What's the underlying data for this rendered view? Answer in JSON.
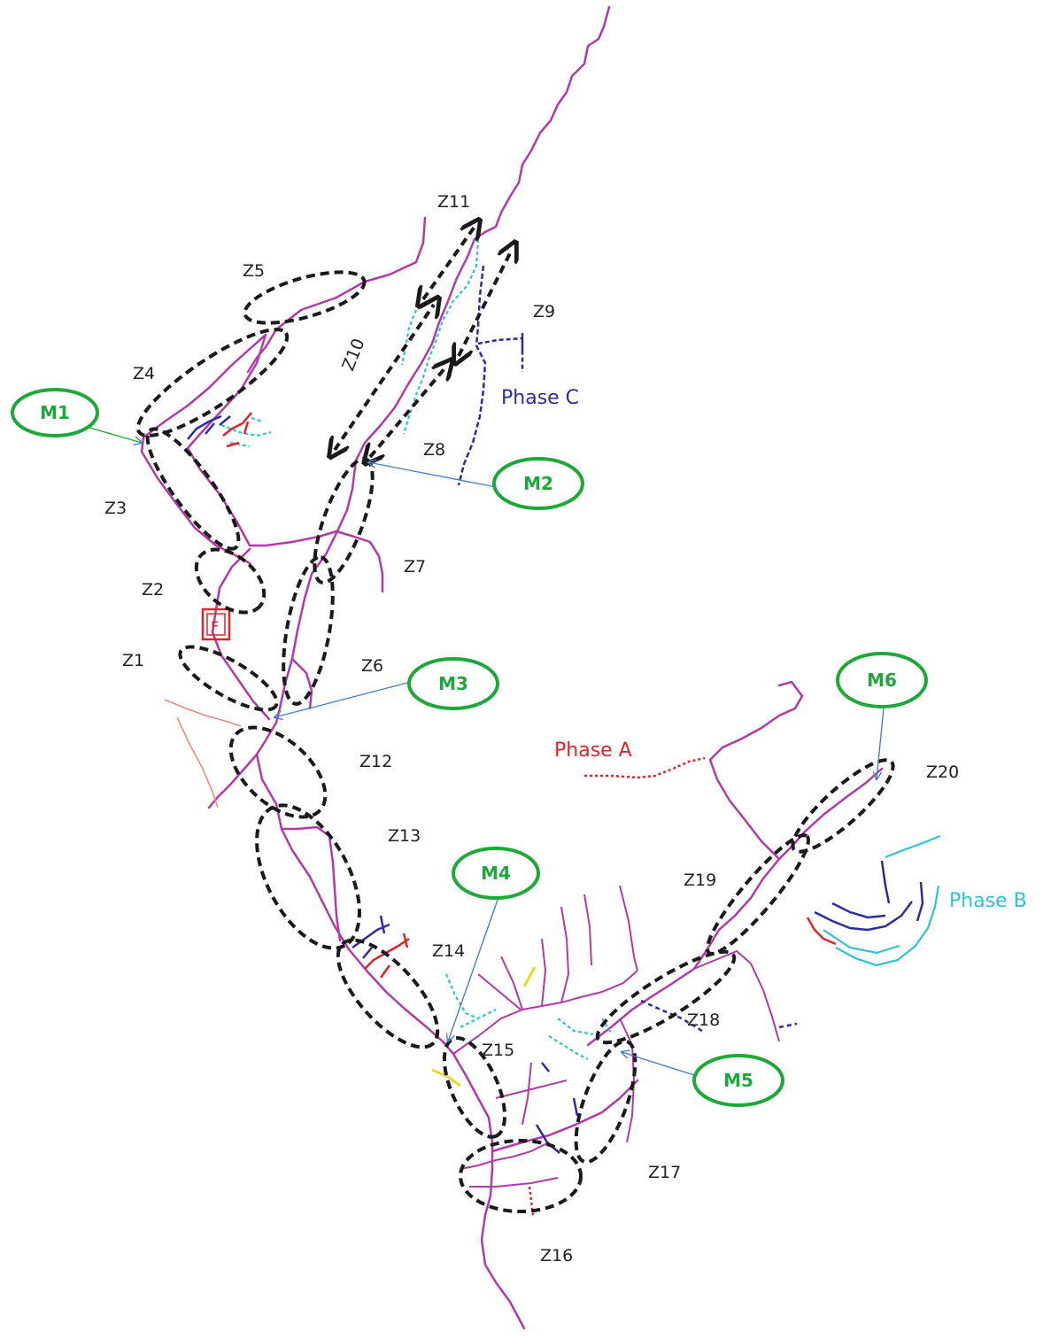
{
  "zones": {
    "z1": "Z1",
    "z2": "Z2",
    "z3": "Z3",
    "z4": "Z4",
    "z5": "Z5",
    "z6": "Z6",
    "z7": "Z7",
    "z8": "Z8",
    "z9": "Z9",
    "z10": "Z10",
    "z11": "Z11",
    "z12": "Z12",
    "z13": "Z13",
    "z14": "Z14",
    "z15": "Z15",
    "z16": "Z16",
    "z17": "Z17",
    "z18": "Z18",
    "z19": "Z19",
    "z20": "Z20"
  },
  "meters": {
    "m1": "M1",
    "m2": "M2",
    "m3": "M3",
    "m4": "M4",
    "m5": "M5",
    "m6": "M6"
  },
  "phases": {
    "a": "Phase A",
    "b": "Phase B",
    "c": "Phase C"
  },
  "substation_label": "F",
  "colors": {
    "feeder": "#b23aa8",
    "phase_a": "#e0232a",
    "phase_b": "#2ec4cf",
    "phase_c": "#2a2ca0",
    "meter": "#1fa83a",
    "zone_outline": "#1a1a1a"
  }
}
